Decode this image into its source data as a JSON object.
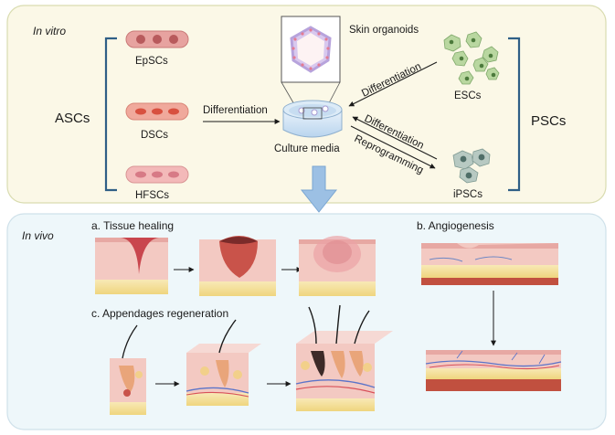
{
  "panels": {
    "in_vitro": {
      "title": "In vitro",
      "groups": {
        "left": "ASCs",
        "right": "PSCs"
      },
      "cells": {
        "epscs": "EpSCs",
        "dscs": "DSCs",
        "hfscs": "HFSCs",
        "escs": "ESCs",
        "ipscs": "iPSCs"
      },
      "organoid_label": "Skin organoids",
      "dish_label": "Culture media",
      "arrows": {
        "asc_to_dish": "Differentiation",
        "esc_to_dish": "Differentiation",
        "ipsc_to_dish": "Differentiation",
        "dish_to_ipsc": "Reprogramming"
      }
    },
    "in_vivo": {
      "title": "In vivo",
      "sections": {
        "a": "a. Tissue healing",
        "b": "b. Angiogenesis",
        "c": "c. Appendages regeneration"
      }
    }
  },
  "colors": {
    "in_vitro_bg": "#fbf8e7",
    "in_vivo_bg": "#eef7fa",
    "panel_border": "#c9d8a8",
    "bracket": "#2f5f86",
    "down_arrow": "#8fb6df",
    "skin": "#f3c9c2",
    "skin_dark": "#e39b95",
    "fat": "#f4e2a6",
    "muscle": "#c1503f"
  }
}
